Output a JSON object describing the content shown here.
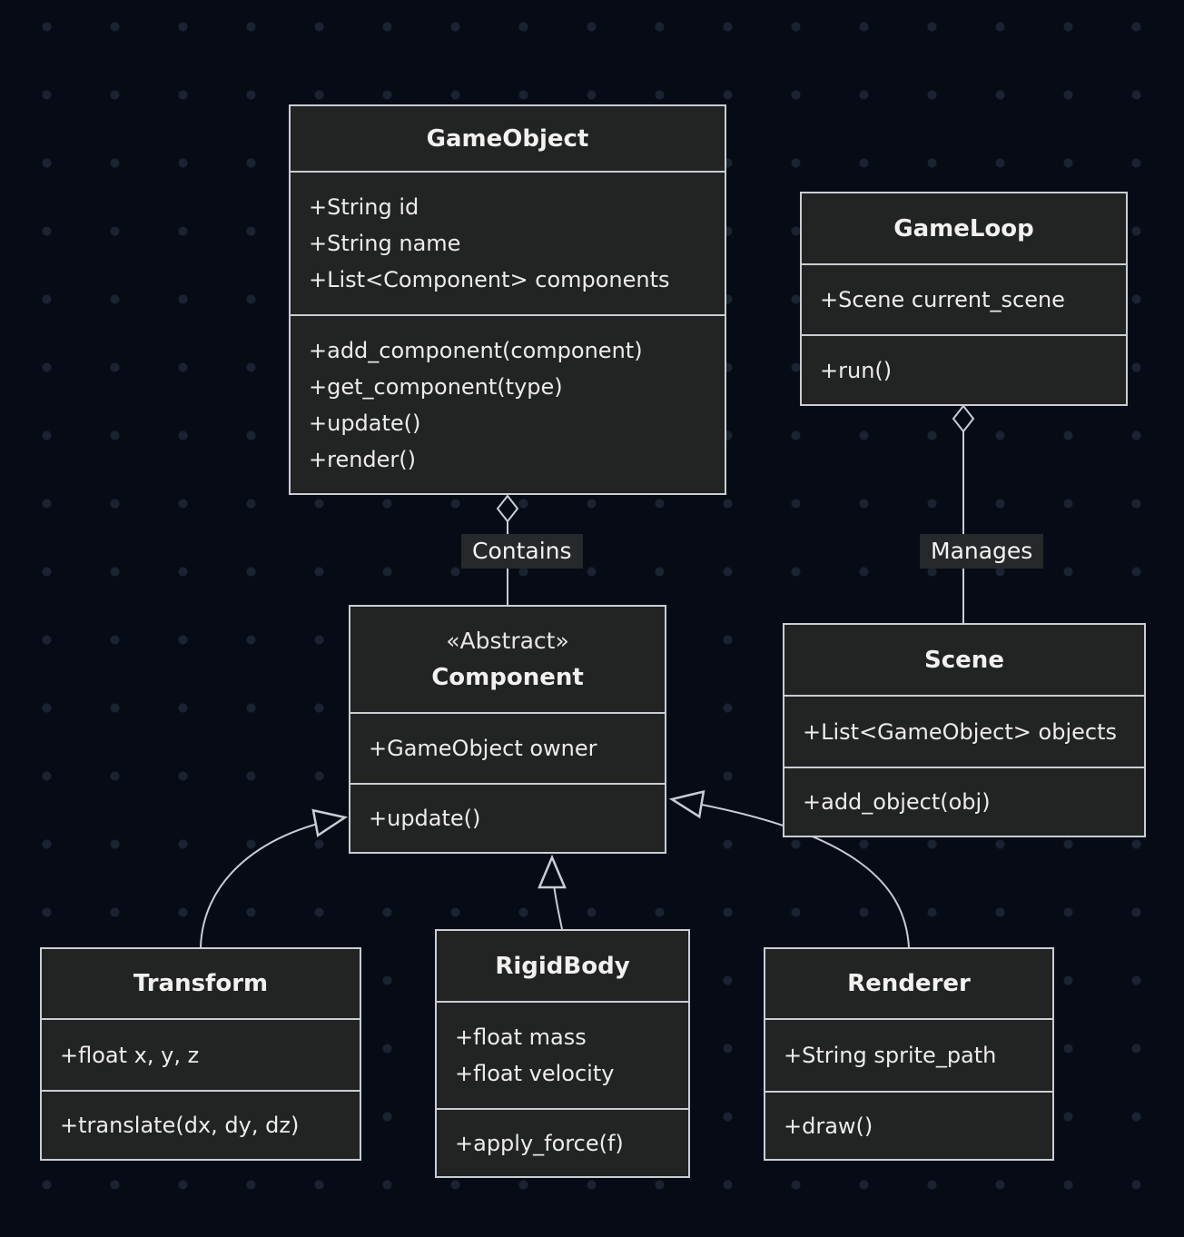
{
  "classes": {
    "gameobject": {
      "name": "GameObject",
      "attributes": [
        "+String id",
        "+String name",
        "+List<Component> components"
      ],
      "methods": [
        "+add_component(component)",
        "+get_component(type)",
        "+update()",
        "+render()"
      ]
    },
    "gameloop": {
      "name": "GameLoop",
      "attributes": [
        "+Scene current_scene"
      ],
      "methods": [
        "+run()"
      ]
    },
    "component": {
      "stereotype": "«Abstract»",
      "name": "Component",
      "attributes": [
        "+GameObject owner"
      ],
      "methods": [
        "+update()"
      ]
    },
    "scene": {
      "name": "Scene",
      "attributes": [
        "+List<GameObject> objects"
      ],
      "methods": [
        "+add_object(obj)"
      ]
    },
    "transform": {
      "name": "Transform",
      "attributes": [
        "+float x, y, z"
      ],
      "methods": [
        "+translate(dx, dy, dz)"
      ]
    },
    "rigidbody": {
      "name": "RigidBody",
      "attributes": [
        "+float mass",
        "+float velocity"
      ],
      "methods": [
        "+apply_force(f)"
      ]
    },
    "renderer": {
      "name": "Renderer",
      "attributes": [
        "+String sprite_path"
      ],
      "methods": [
        "+draw()"
      ]
    }
  },
  "relationships": [
    {
      "from": "GameObject",
      "to": "Component",
      "type": "aggregation",
      "label": "Contains"
    },
    {
      "from": "GameLoop",
      "to": "Scene",
      "type": "aggregation",
      "label": "Manages"
    },
    {
      "from": "Transform",
      "to": "Component",
      "type": "inheritance"
    },
    {
      "from": "RigidBody",
      "to": "Component",
      "type": "inheritance"
    },
    {
      "from": "Renderer",
      "to": "Component",
      "type": "inheritance"
    }
  ],
  "colors": {
    "background": "#060b15",
    "dot_grid": "#1b2231",
    "box_fill": "#212422",
    "box_border": "#c9cdd4",
    "text": "#ececea",
    "label_background": "#26292b"
  }
}
